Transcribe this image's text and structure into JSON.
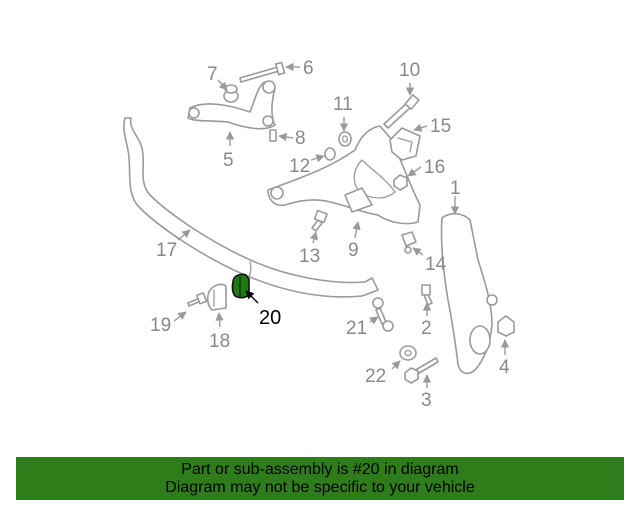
{
  "callouts": {
    "c1": "1",
    "c2": "2",
    "c3": "3",
    "c4": "4",
    "c5": "5",
    "c6": "6",
    "c7": "7",
    "c8": "8",
    "c9": "9",
    "c10": "10",
    "c11": "11",
    "c12": "12",
    "c13": "13",
    "c14": "14",
    "c15": "15",
    "c16": "16",
    "c17": "17",
    "c18": "18",
    "c19": "19",
    "c20": "20",
    "c21": "21",
    "c22": "22"
  },
  "highlight_color": "#1e7a12",
  "banner": {
    "line1": "Part or sub-assembly is #20 in diagram",
    "line2": "Diagram may not be specific to your vehicle",
    "background": "#2f7d1a"
  }
}
